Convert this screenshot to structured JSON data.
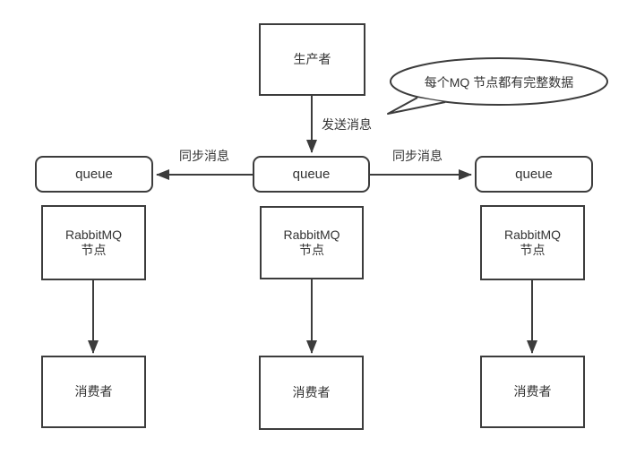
{
  "colors": {
    "stroke": "#3c3c3c",
    "text": "#333333",
    "node_fill": "#ffffff",
    "background": "#ffffff"
  },
  "nodes": {
    "producer": {
      "label": "生产者"
    },
    "queue_left": {
      "label": "queue"
    },
    "queue_center": {
      "label": "queue"
    },
    "queue_right": {
      "label": "queue"
    },
    "mq_left": {
      "line1": "RabbitMQ",
      "line2": "节点"
    },
    "mq_center": {
      "line1": "RabbitMQ",
      "line2": "节点"
    },
    "mq_right": {
      "line1": "RabbitMQ",
      "line2": "节点"
    },
    "consumer_left": {
      "label": "消费者"
    },
    "consumer_center": {
      "label": "消费者"
    },
    "consumer_right": {
      "label": "消费者"
    }
  },
  "edges": {
    "send": {
      "label": "发送消息"
    },
    "sync_left": {
      "label": "同步消息"
    },
    "sync_right": {
      "label": "同步消息"
    }
  },
  "callout": {
    "label": "每个MQ 节点都有完整数据"
  }
}
